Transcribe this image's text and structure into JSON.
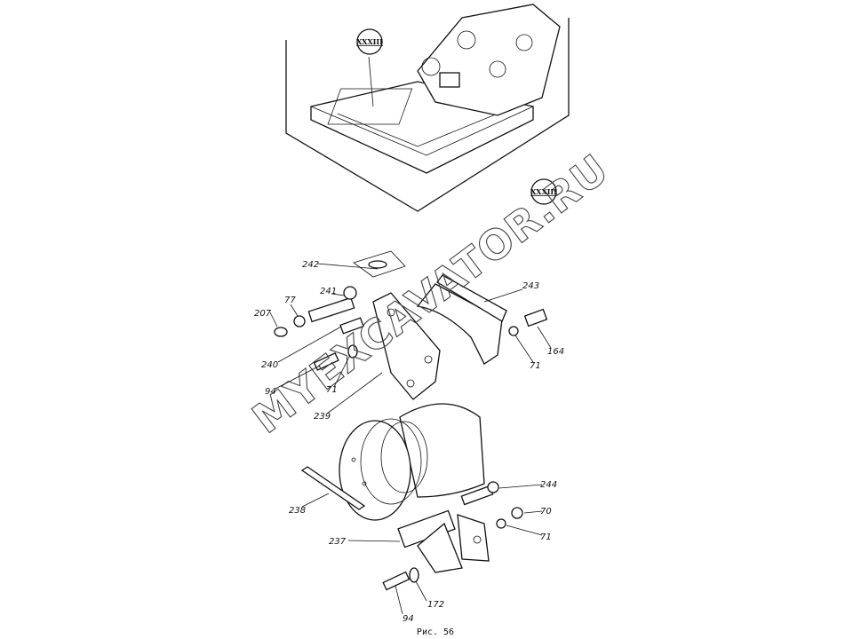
{
  "figure": {
    "caption": "Рис. 56",
    "view_markers": [
      "XXXIII",
      "XXXIII"
    ],
    "watermark": "MYEXCAVATOR.RU",
    "callouts": [
      {
        "id": "242"
      },
      {
        "id": "243"
      },
      {
        "id": "241"
      },
      {
        "id": "77"
      },
      {
        "id": "207"
      },
      {
        "id": "240"
      },
      {
        "id": "164"
      },
      {
        "id": "71"
      },
      {
        "id": "71"
      },
      {
        "id": "94"
      },
      {
        "id": "239"
      },
      {
        "id": "244"
      },
      {
        "id": "238"
      },
      {
        "id": "70"
      },
      {
        "id": "71"
      },
      {
        "id": "237"
      },
      {
        "id": "172"
      },
      {
        "id": "94"
      }
    ]
  }
}
